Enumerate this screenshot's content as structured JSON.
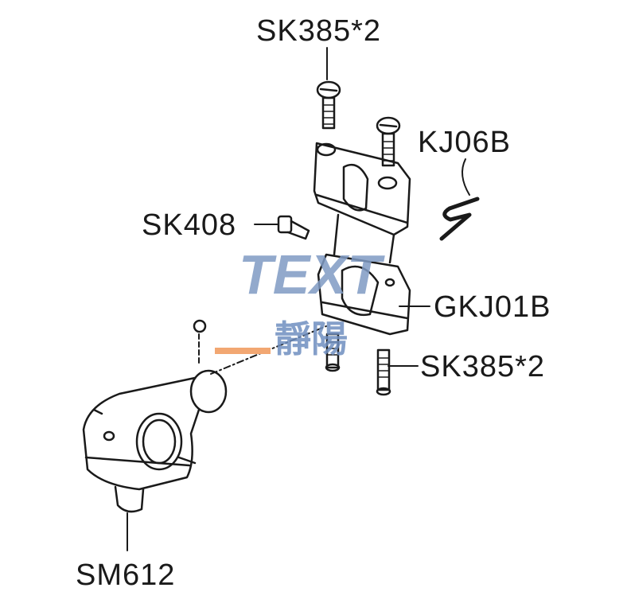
{
  "labels": {
    "top_screws": "SK385*2",
    "spring": "KJ06B",
    "set_screw": "SK408",
    "bracket": "GKJ01B",
    "bottom_screws": "SK385*2",
    "crank": "SM612"
  },
  "watermark": {
    "latin": "TEXT",
    "chinese": "靜陽"
  },
  "colors": {
    "line": "#1a1a1a",
    "watermark_blue": "#7f9bc4",
    "watermark_orange": "#f2a772"
  }
}
